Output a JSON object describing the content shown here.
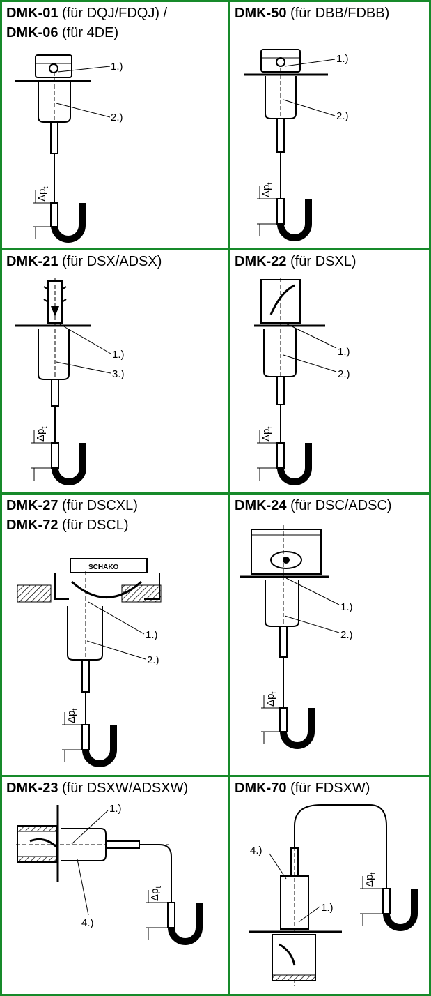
{
  "border_color": "#178a2a",
  "cells": [
    {
      "model": "DMK-01",
      "suffix": " (für DQJ/FDQJ) /",
      "model2": "DMK-06",
      "suffix2": " (für 4DE)",
      "labels": [
        "1.)",
        "2.)"
      ],
      "dp_label": "Δp",
      "dp_sub": "t"
    },
    {
      "model": "DMK-50",
      "suffix": " (für DBB/FDBB)",
      "labels": [
        "1.)",
        "2.)"
      ],
      "dp_label": "Δp",
      "dp_sub": "t"
    },
    {
      "model": "DMK-21",
      "suffix": " (für DSX/ADSX)",
      "labels": [
        "1.)",
        "3.)"
      ],
      "dp_label": "Δp",
      "dp_sub": "t"
    },
    {
      "model": "DMK-22",
      "suffix": " (für DSXL)",
      "labels": [
        "1.)",
        "2.)"
      ],
      "dp_label": "Δp",
      "dp_sub": "t"
    },
    {
      "model": "DMK-27",
      "suffix": " (für DSCXL)",
      "model2": "DMK-72",
      "suffix2": " (für DSCL)",
      "labels": [
        "1.)",
        "2.)"
      ],
      "dp_label": "Δp",
      "dp_sub": "t",
      "brand": "SCHAKO"
    },
    {
      "model": "DMK-24",
      "suffix": " (für DSC/ADSC)",
      "labels": [
        "1.)",
        "2.)"
      ],
      "dp_label": "Δp",
      "dp_sub": "t"
    },
    {
      "model": "DMK-23",
      "suffix": " (für DSXW/ADSXW)",
      "labels": [
        "1.)",
        "4.)"
      ],
      "dp_label": "Δp",
      "dp_sub": "t"
    },
    {
      "model": "DMK-70",
      "suffix": " (für FDSXW)",
      "labels": [
        "4.)",
        "1.)"
      ],
      "dp_label": "Δp",
      "dp_sub": "t"
    }
  ]
}
